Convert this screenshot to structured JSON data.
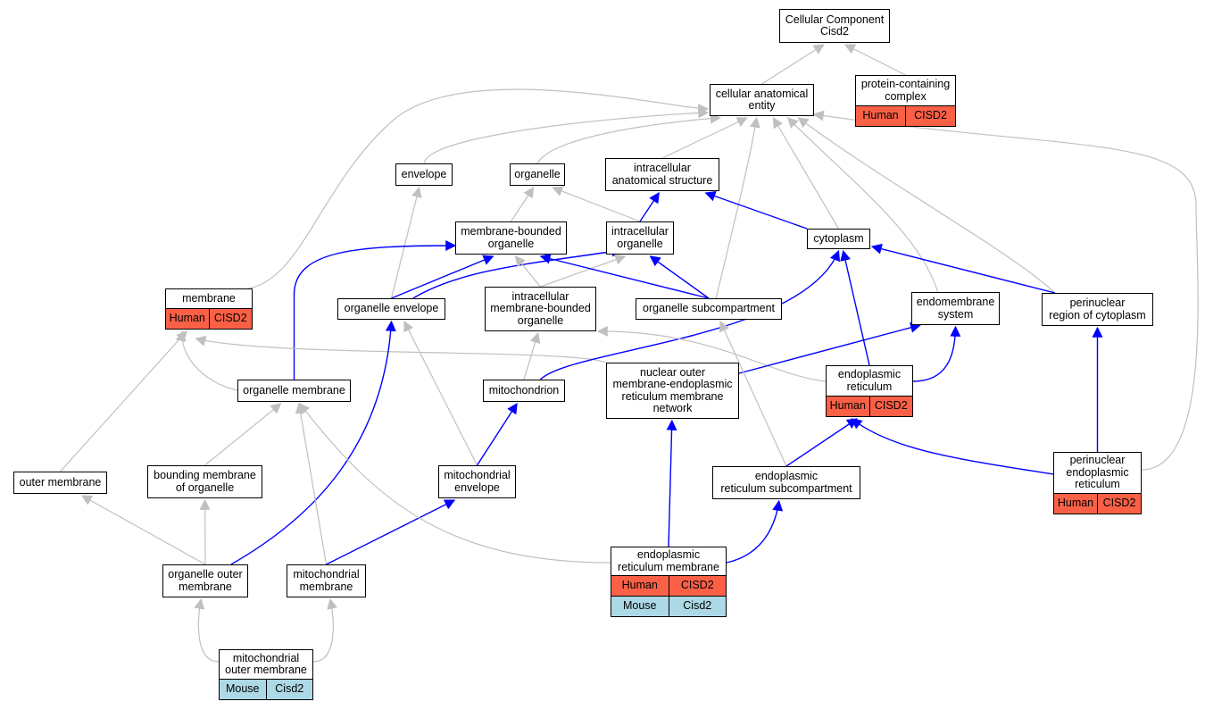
{
  "colors": {
    "grey_edge": "#c0c0c0",
    "blue_edge": "#0000ff",
    "human": "#fa6046",
    "mouse": "#add8e6"
  },
  "nodes": {
    "cc": {
      "label": "Cellular Component\nCisd2"
    },
    "pcc": {
      "label": "protein-containing\ncomplex",
      "rows": [
        {
          "species": "Human",
          "gene": "CISD2"
        }
      ]
    },
    "cae": {
      "label": "cellular anatomical\nentity"
    },
    "env": {
      "label": "envelope"
    },
    "org": {
      "label": "organelle"
    },
    "ias": {
      "label": "intracellular\nanatomical structure"
    },
    "mbo": {
      "label": "membrane-bounded\norganelle"
    },
    "io": {
      "label": "intracellular\norganelle"
    },
    "cyt": {
      "label": "cytoplasm"
    },
    "mem": {
      "label": "membrane",
      "rows": [
        {
          "species": "Human",
          "gene": "CISD2"
        }
      ]
    },
    "oe": {
      "label": "organelle envelope"
    },
    "imbo": {
      "label": "intracellular\nmembrane-bounded\norganelle"
    },
    "os": {
      "label": "organelle subcompartment"
    },
    "ems": {
      "label": "endomembrane\nsystem"
    },
    "prc": {
      "label": "perinuclear\nregion of cytoplasm"
    },
    "om": {
      "label": "organelle membrane"
    },
    "mito": {
      "label": "mitochondrion"
    },
    "nom": {
      "label": "nuclear outer\nmembrane-endoplasmic\nreticulum membrane\nnetwork"
    },
    "er": {
      "label": "endoplasmic\nreticulum",
      "rows": [
        {
          "species": "Human",
          "gene": "CISD2"
        }
      ]
    },
    "outm": {
      "label": "outer membrane"
    },
    "bmo": {
      "label": "bounding membrane\nof organelle"
    },
    "menv": {
      "label": "mitochondrial\nenvelope"
    },
    "ers": {
      "label": "endoplasmic\nreticulum subcompartment"
    },
    "per": {
      "label": "perinuclear\nendoplasmic\nreticulum",
      "rows": [
        {
          "species": "Human",
          "gene": "CISD2"
        }
      ]
    },
    "oom": {
      "label": "organelle outer\nmembrane"
    },
    "mm": {
      "label": "mitochondrial\nmembrane"
    },
    "erm": {
      "label": "endoplasmic\nreticulum membrane",
      "rows": [
        {
          "species": "Human",
          "gene": "CISD2"
        },
        {
          "species": "Mouse",
          "gene": "Cisd2"
        }
      ]
    },
    "mom": {
      "label": "mitochondrial\nouter membrane",
      "rows": [
        {
          "species": "Mouse",
          "gene": "Cisd2"
        }
      ]
    }
  },
  "edges": [
    {
      "from": "pcc",
      "to": "cc",
      "kind": "is_a"
    },
    {
      "from": "cae",
      "to": "cc",
      "kind": "is_a"
    },
    {
      "from": "mem",
      "to": "cae",
      "kind": "is_a"
    },
    {
      "from": "env",
      "to": "cae",
      "kind": "is_a"
    },
    {
      "from": "org",
      "to": "cae",
      "kind": "is_a"
    },
    {
      "from": "ias",
      "to": "cae",
      "kind": "is_a"
    },
    {
      "from": "os",
      "to": "cae",
      "kind": "is_a"
    },
    {
      "from": "cyt",
      "to": "cae",
      "kind": "is_a"
    },
    {
      "from": "ems",
      "to": "cae",
      "kind": "is_a"
    },
    {
      "from": "prc",
      "to": "cae",
      "kind": "is_a"
    },
    {
      "from": "per",
      "to": "cae",
      "kind": "is_a"
    },
    {
      "from": "mbo",
      "to": "org",
      "kind": "is_a"
    },
    {
      "from": "io",
      "to": "org",
      "kind": "is_a"
    },
    {
      "from": "io",
      "to": "ias",
      "kind": "part_of"
    },
    {
      "from": "cyt",
      "to": "ias",
      "kind": "part_of"
    },
    {
      "from": "oe",
      "to": "env",
      "kind": "is_a"
    },
    {
      "from": "oe",
      "to": "mbo",
      "kind": "part_of"
    },
    {
      "from": "oe",
      "to": "io",
      "kind": "part_of"
    },
    {
      "from": "imbo",
      "to": "mbo",
      "kind": "is_a"
    },
    {
      "from": "imbo",
      "to": "io",
      "kind": "is_a"
    },
    {
      "from": "os",
      "to": "mbo",
      "kind": "part_of"
    },
    {
      "from": "os",
      "to": "io",
      "kind": "part_of"
    },
    {
      "from": "om",
      "to": "mem",
      "kind": "is_a"
    },
    {
      "from": "om",
      "to": "mbo",
      "kind": "part_of"
    },
    {
      "from": "nom",
      "to": "mem",
      "kind": "is_a"
    },
    {
      "from": "mito",
      "to": "imbo",
      "kind": "is_a"
    },
    {
      "from": "mito",
      "to": "cyt",
      "kind": "part_of"
    },
    {
      "from": "er",
      "to": "imbo",
      "kind": "is_a"
    },
    {
      "from": "er",
      "to": "cyt",
      "kind": "part_of"
    },
    {
      "from": "er",
      "to": "ems",
      "kind": "part_of"
    },
    {
      "from": "nom",
      "to": "ems",
      "kind": "part_of"
    },
    {
      "from": "prc",
      "to": "cyt",
      "kind": "part_of"
    },
    {
      "from": "per",
      "to": "prc",
      "kind": "part_of"
    },
    {
      "from": "per",
      "to": "er",
      "kind": "part_of"
    },
    {
      "from": "outm",
      "to": "mem",
      "kind": "is_a"
    },
    {
      "from": "bmo",
      "to": "om",
      "kind": "is_a"
    },
    {
      "from": "menv",
      "to": "oe",
      "kind": "is_a"
    },
    {
      "from": "menv",
      "to": "mito",
      "kind": "part_of"
    },
    {
      "from": "ers",
      "to": "os",
      "kind": "is_a"
    },
    {
      "from": "ers",
      "to": "er",
      "kind": "part_of"
    },
    {
      "from": "oom",
      "to": "outm",
      "kind": "is_a"
    },
    {
      "from": "oom",
      "to": "bmo",
      "kind": "is_a"
    },
    {
      "from": "oom",
      "to": "oe",
      "kind": "part_of"
    },
    {
      "from": "mm",
      "to": "om",
      "kind": "is_a"
    },
    {
      "from": "mm",
      "to": "menv",
      "kind": "part_of"
    },
    {
      "from": "erm",
      "to": "om",
      "kind": "is_a"
    },
    {
      "from": "erm",
      "to": "nom",
      "kind": "part_of"
    },
    {
      "from": "erm",
      "to": "ers",
      "kind": "part_of"
    },
    {
      "from": "mom",
      "to": "oom",
      "kind": "is_a"
    },
    {
      "from": "mom",
      "to": "mm",
      "kind": "is_a"
    }
  ]
}
